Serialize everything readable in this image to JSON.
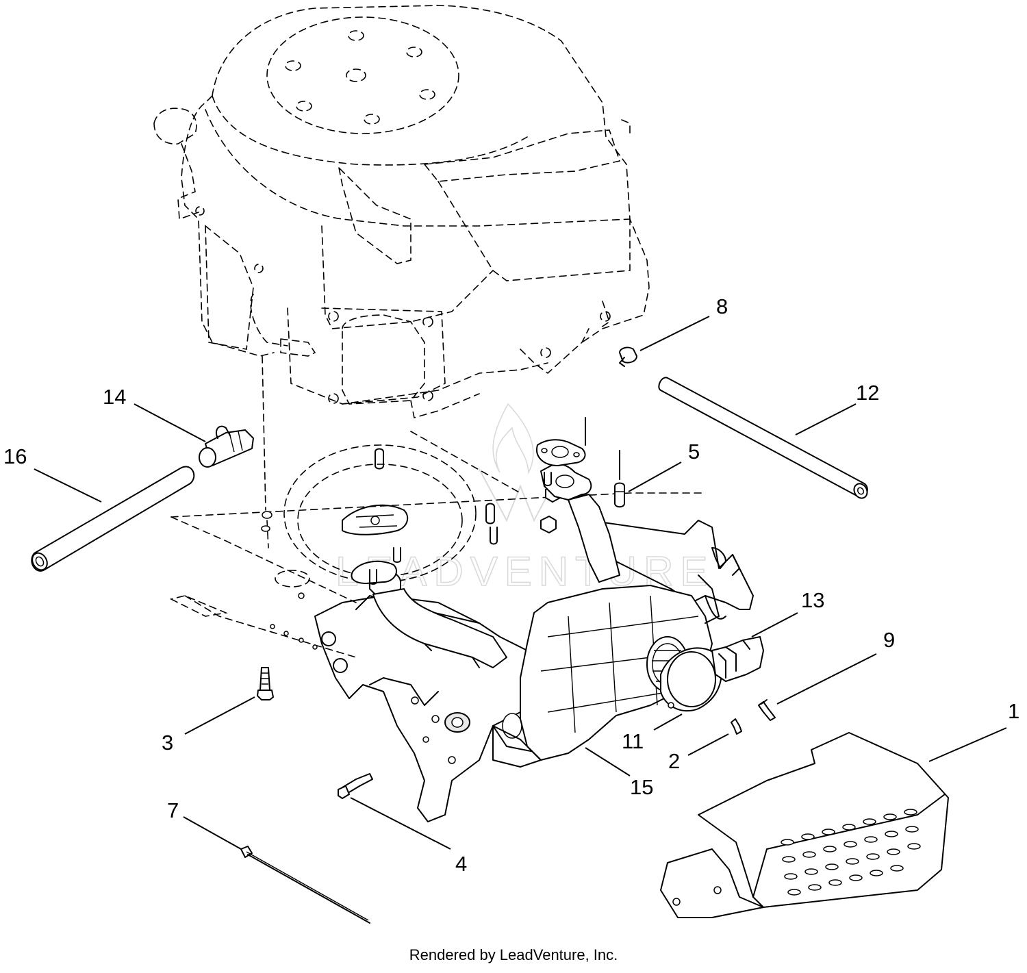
{
  "credit": "Rendered by LeadVenture, Inc.",
  "watermark": "LEADVENTURE",
  "callouts": [
    "1",
    "2",
    "3",
    "4",
    "5",
    "7",
    "8",
    "9",
    "11",
    "12",
    "13",
    "14",
    "15",
    "16"
  ]
}
